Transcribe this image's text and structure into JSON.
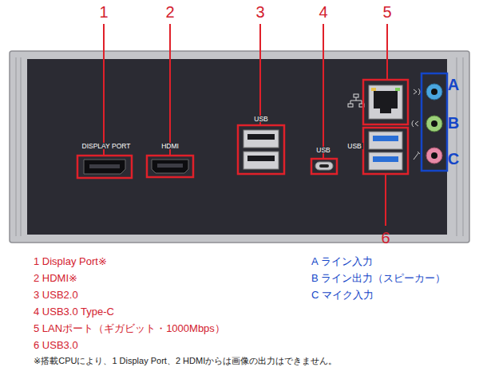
{
  "diagram": {
    "labels": [
      "1",
      "2",
      "3",
      "4",
      "5",
      "DISPLAY PORT",
      "HDMI",
      "USB",
      "USB",
      "USB",
      "A",
      "B",
      "C",
      "6",
      "1 Display Port※",
      "2 HDMI※",
      "3 USB2.0",
      "4 USB3.0 Type-C",
      "5 LANポート（ギガビット・1000Mbps）",
      "6 USB3.0",
      "※搭載CPUにより、1 Display Port、2 HDMIからは画像の出力はできません。",
      "A ライン入力",
      "B ライン出力（スピーカー）",
      "C マイク入力"
    ]
  }
}
